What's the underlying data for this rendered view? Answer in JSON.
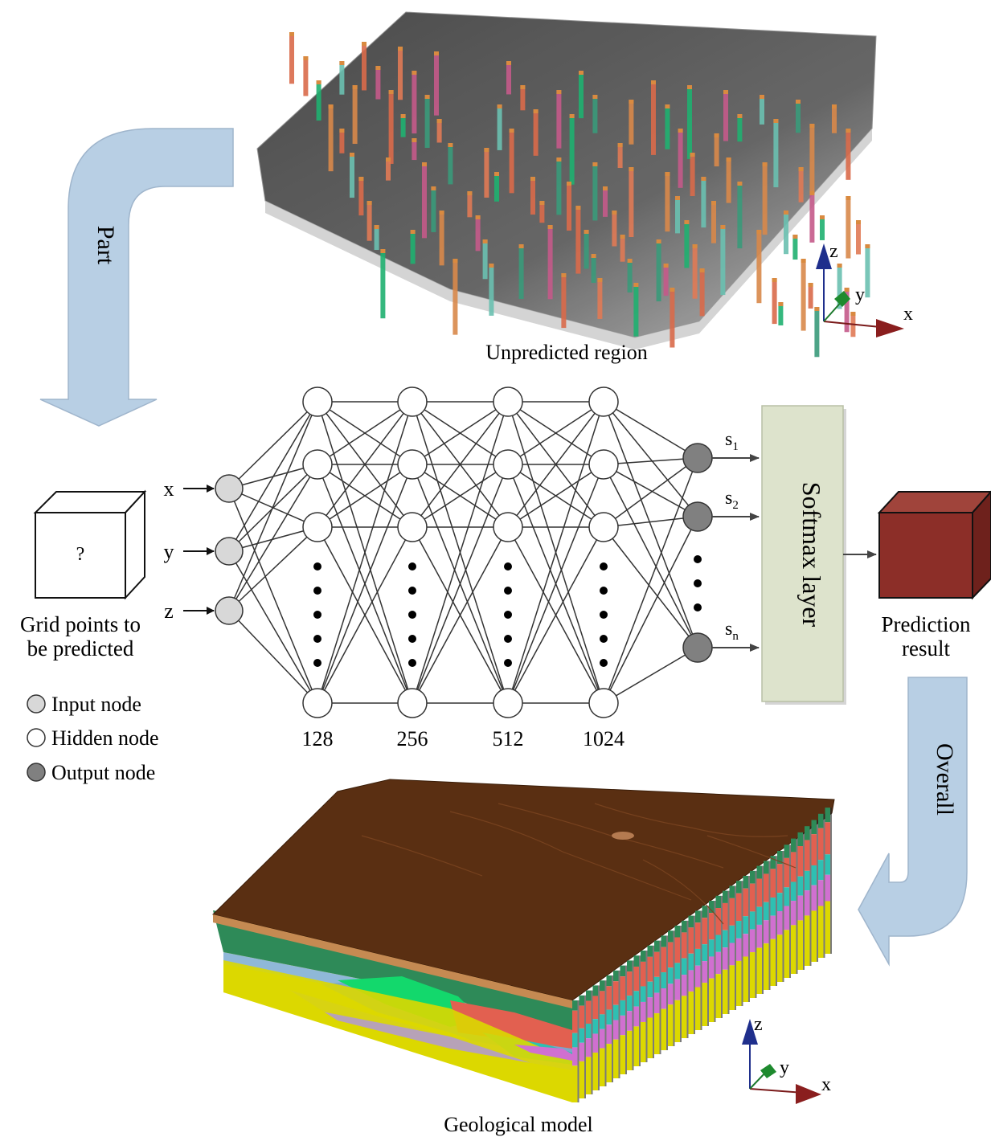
{
  "top_model": {
    "caption": "Unpredicted region",
    "axes": {
      "z": "z",
      "y": "y",
      "x": "x"
    }
  },
  "part_arrow": {
    "label": "Part"
  },
  "grid_cube": {
    "mark": "?",
    "caption_line1": "Grid points to",
    "caption_line2": "be predicted"
  },
  "inputs": [
    "x",
    "y",
    "z"
  ],
  "hidden_layers": [
    "128",
    "256",
    "512",
    "1024"
  ],
  "outputs": [
    {
      "base": "s",
      "sub": "1"
    },
    {
      "base": "s",
      "sub": "2"
    },
    {
      "base": "s",
      "sub": "n"
    }
  ],
  "softmax": {
    "label": "Softmax layer"
  },
  "prediction": {
    "caption_line1": "Prediction",
    "caption_line2": "result"
  },
  "legend": {
    "input_node": "Input node",
    "hidden_node": "Hidden node",
    "output_node": "Output node"
  },
  "overall_arrow": {
    "label": "Overall"
  },
  "bottom_model": {
    "caption": "Geological model",
    "axes": {
      "z": "z",
      "y": "y",
      "x": "x"
    }
  },
  "colors": {
    "arrow_fill": "#b8cfe4",
    "softmax_fill": "#dde3cc",
    "prediction_cube": "#8c2e28",
    "input_node": "#d8d8d8",
    "output_node": "#808080",
    "strata_top": "#5a2f12"
  }
}
